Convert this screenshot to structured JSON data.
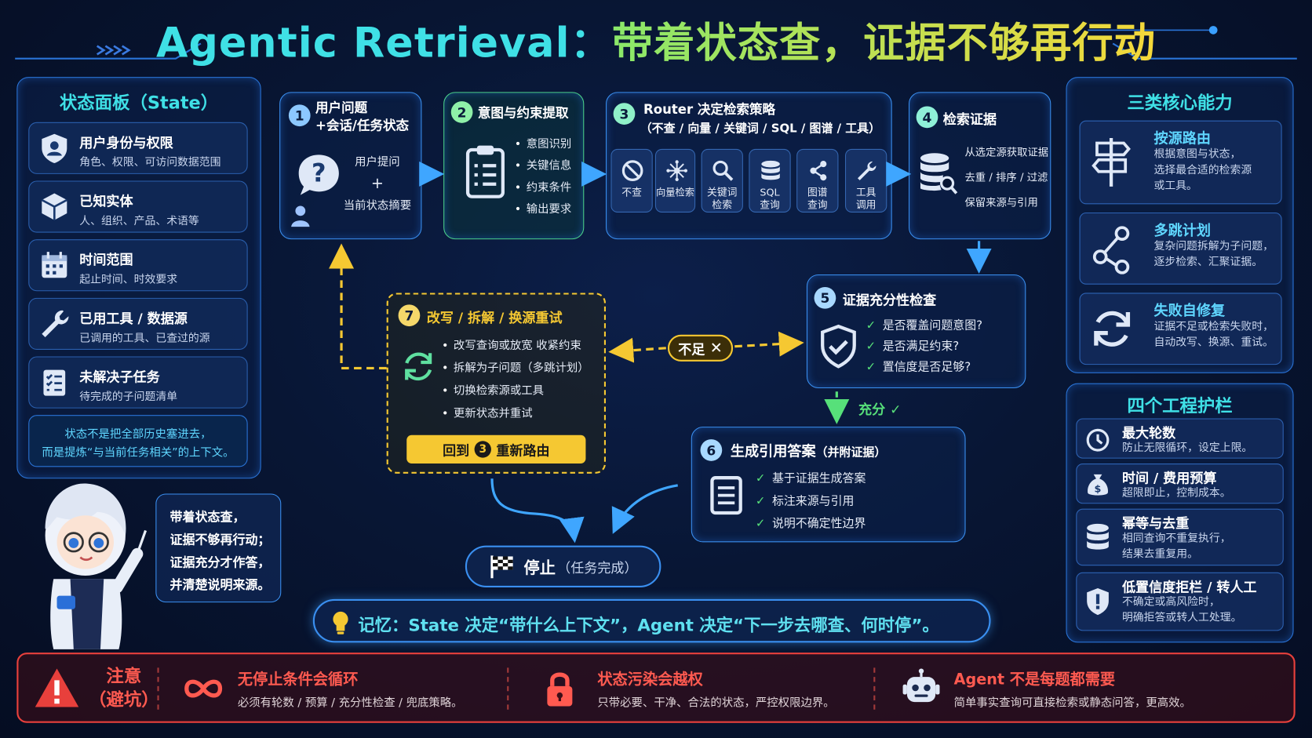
{
  "title": {
    "part1": "Agentic Retrieval：",
    "part2": "带着状态查，证据不够再行动"
  },
  "state_panel": {
    "heading": "状态面板（State）",
    "items": [
      {
        "title": "用户身份与权限",
        "sub": "角色、权限、可访问数据范围",
        "icon": "shield-user-icon"
      },
      {
        "title": "已知实体",
        "sub": "人、组织、产品、术语等",
        "icon": "cube-icon"
      },
      {
        "title": "时间范围",
        "sub": "起止时间、时效要求",
        "icon": "calendar-icon"
      },
      {
        "title": "已用工具 / 数据源",
        "sub": "已调用的工具、已查过的源",
        "icon": "wrench-icon"
      },
      {
        "title": "未解决子任务",
        "sub": "待完成的子问题清单",
        "icon": "checklist-icon"
      }
    ],
    "note_line1": "状态不是把全部历史塞进去，",
    "note_line2": "而是提炼“与当前任务相关”的上下文。"
  },
  "steps": {
    "s1": {
      "num": "1",
      "title_line1": "用户问题",
      "title_line2": "+会话/任务状态",
      "text1": "用户提问",
      "plus": "+",
      "text2": "当前状态摘要"
    },
    "s2": {
      "num": "2",
      "title": "意图与约束提取",
      "bullets": [
        "意图识别",
        "关键信息",
        "约束条件",
        "输出要求"
      ]
    },
    "s3": {
      "num": "3",
      "title": "Router 决定检索策略",
      "subtitle": "（不查 / 向量 / 关键词 / SQL / 图谱 / 工具）",
      "tools": [
        {
          "l1": "不查",
          "l2": ""
        },
        {
          "l1": "向量检索",
          "l2": ""
        },
        {
          "l1": "关键词",
          "l2": "检索"
        },
        {
          "l1": "SQL",
          "l2": "查询"
        },
        {
          "l1": "图谱",
          "l2": "查询"
        },
        {
          "l1": "工具",
          "l2": "调用"
        }
      ]
    },
    "s4": {
      "num": "4",
      "title": "检索证据",
      "lines": [
        "从选定源获取证据",
        "去重 / 排序 / 过滤",
        "保留来源与引用"
      ]
    },
    "s5": {
      "num": "5",
      "title": "证据充分性检查",
      "checks": [
        "是否覆盖问题意图?",
        "是否满足约束?",
        "置信度是否足够?"
      ]
    },
    "s6": {
      "num": "6",
      "title": "生成引用答案",
      "title_suffix": "（并附证据）",
      "checks": [
        "基于证据生成答案",
        "标注来源与引用",
        "说明不确定性边界"
      ]
    },
    "s7": {
      "num": "7",
      "title": "改写 / 拆解 / 换源重试",
      "bullets": [
        "改写查询或放宽 收紧约束",
        "拆解为子问题（多跳计划）",
        "切换检索源或工具",
        "更新状态并重试"
      ],
      "button_prefix": "回到",
      "button_num": "3",
      "button_suffix": "重新路由"
    }
  },
  "labels": {
    "insufficient": "不足",
    "sufficient": "充分"
  },
  "stop": {
    "title": "停止",
    "suffix": "（任务完成）"
  },
  "speech": {
    "lines": [
      "带着状态查，",
      "证据不够再行动；",
      "证据充分才作答，",
      "并清楚说明来源。"
    ]
  },
  "memory": "记忆：State 决定“带什么上下文”，Agent 决定“下一步去哪查、何时停”。",
  "capabilities": {
    "heading": "三类核心能力",
    "items": [
      {
        "title": "按源路由",
        "sub": [
          "根据意图与状态，",
          "选择最合适的检索源",
          "或工具。"
        ],
        "icon": "signpost-icon"
      },
      {
        "title": "多跳计划",
        "sub": [
          "复杂问题拆解为子问题，",
          "逐步检索、汇聚证据。"
        ],
        "icon": "nodes-icon"
      },
      {
        "title": "失败自修复",
        "sub": [
          "证据不足或检索失败时，",
          "自动改写、换源、重试。"
        ],
        "icon": "refresh-icon"
      }
    ]
  },
  "guardrails": {
    "heading": "四个工程护栏",
    "items": [
      {
        "title": "最大轮数",
        "sub": [
          "防止无限循环，设定上限。"
        ],
        "icon": "clock-icon"
      },
      {
        "title": "时间 / 费用预算",
        "sub": [
          "超限即止，控制成本。"
        ],
        "icon": "moneybag-icon"
      },
      {
        "title": "幂等与去重",
        "sub": [
          "相同查询不重复执行，",
          "结果去重复用。"
        ],
        "icon": "database-icon"
      },
      {
        "title": "低置信度拒栏 / 转人工",
        "sub": [
          "不确定或高风险时，",
          "明确拒答或转人工处理。"
        ],
        "icon": "shield-icon"
      }
    ]
  },
  "warning": {
    "label1": "注意",
    "label2": "（避坑）",
    "items": [
      {
        "title": "无停止条件会循环",
        "sub": "必须有轮数 / 预算 / 充分性检查 / 兜底策略。",
        "icon": "infinity-icon"
      },
      {
        "title": "状态污染会越权",
        "sub": "只带必要、干净、合法的状态，严控权限边界。",
        "icon": "lock-icon"
      },
      {
        "title": "Agent 不是每题都需要",
        "sub": "简单事实查询可直接检索或静态问答，更高效。",
        "icon": "robot-icon"
      }
    ]
  },
  "colors": {
    "cyan": "#3fe0e6",
    "green": "#57e07a",
    "yellow": "#f5c832",
    "red": "#e8403c",
    "blue": "#2a74d8"
  }
}
